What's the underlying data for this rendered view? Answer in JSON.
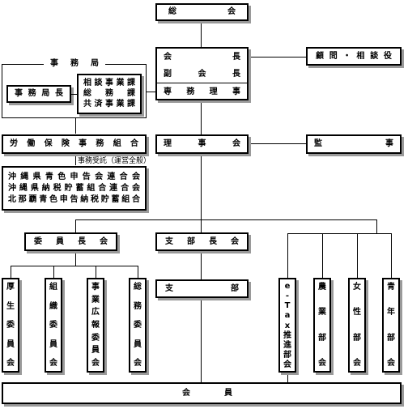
{
  "chart": {
    "soukai": [
      "総",
      "会"
    ],
    "chairman": {
      "kaicho": [
        "会",
        "長"
      ],
      "fukukaicho": [
        "副",
        "会",
        "長"
      ],
      "senmu": [
        "専",
        "務",
        "理",
        "事"
      ]
    },
    "komon": [
      "顧",
      "問",
      "・",
      "相",
      "談",
      "役"
    ],
    "jimukyoku": {
      "title": [
        "事",
        "務",
        "局"
      ],
      "chief": [
        "事",
        "務",
        "局",
        "長"
      ],
      "sections": [
        [
          "相",
          "談",
          "事",
          "業",
          "課"
        ],
        [
          "総",
          "務",
          "課"
        ],
        [
          "共",
          "済",
          "事",
          "業",
          "課"
        ]
      ]
    },
    "roudou": [
      "労",
      "働",
      "保",
      "険",
      "事",
      "務",
      "組",
      "合"
    ],
    "consign_label": "事務受託（運営全般）",
    "associations": [
      [
        "沖",
        "縄",
        "県",
        "青",
        "色",
        "申",
        "告",
        "会",
        "連",
        "合",
        "会"
      ],
      [
        "沖",
        "縄",
        "県",
        "納",
        "税",
        "貯",
        "蓄",
        "組",
        "合",
        "連",
        "合",
        "会"
      ],
      [
        "北",
        "那",
        "覇",
        "青",
        "色",
        "申",
        "告",
        "納",
        "税",
        "貯",
        "蓄",
        "組",
        "合"
      ]
    ],
    "rijikai": [
      "理",
      "事",
      "会"
    ],
    "kansa": [
      "監",
      "事"
    ],
    "iinchokai": [
      "委",
      "員",
      "長",
      "会"
    ],
    "shibuchokai": [
      "支",
      "部",
      "長",
      "会"
    ],
    "shibu": [
      "支",
      "部"
    ],
    "committees": [
      [
        "厚",
        "生",
        "委",
        "員",
        "会"
      ],
      [
        "組",
        "織",
        "委",
        "員",
        "会"
      ],
      [
        "事",
        "業",
        "広",
        "報",
        "委",
        "員",
        "会"
      ],
      [
        "総",
        "務",
        "委",
        "員",
        "会"
      ]
    ],
    "divisions": [
      [
        "e",
        "-",
        "T",
        "a",
        "x",
        "推",
        "進",
        "部",
        "会"
      ],
      [
        "農",
        "業",
        "部",
        "会"
      ],
      [
        "女",
        "性",
        "部",
        "会"
      ],
      [
        "青",
        "年",
        "部",
        "会"
      ]
    ],
    "members": [
      "会",
      "員"
    ]
  }
}
